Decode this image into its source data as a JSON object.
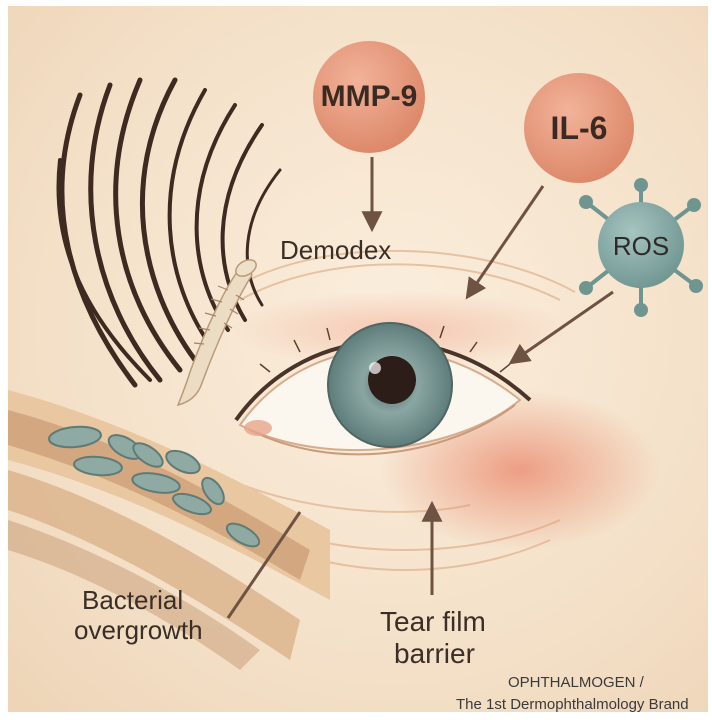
{
  "labels": {
    "mmp9": "MMP-9",
    "il6": "IL-6",
    "ros": "ROS",
    "demodex": "Demodex",
    "bacterial_line1": "Bacterial",
    "bacterial_line2": "overgrowth",
    "tear_line1": "Tear film",
    "tear_line2": "barrier"
  },
  "brand": {
    "line1": "OPHTHALMOGEN /",
    "line2": "The 1st Dermophthalmology Brand"
  },
  "colors": {
    "background": "#f6e5cf",
    "node_orange": "#e79a7d",
    "node_teal": "#7fa7a3",
    "arrow": "#6e5242",
    "iris": "#8fa9a6",
    "skin_red": "#e58a6c",
    "bacteria": "#8eaaa3"
  },
  "icons": {
    "demodex_mite": "mite-icon",
    "ros_molecule": "ros-molecule-icon"
  }
}
